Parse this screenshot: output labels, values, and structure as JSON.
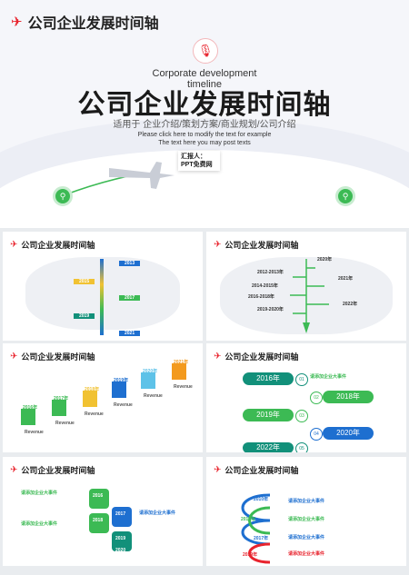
{
  "hero": {
    "header_title": "公司企业发展时间轴",
    "subtitle_en": "Corporate development timeline",
    "main_title": "公司企业发展时间轴",
    "tagline": "适用于 企业介绍/策划方案/商业规划/公司介绍",
    "hint_line1": "Please click here to modify the text for example",
    "hint_line2": "The text here you may post texts",
    "contact": "汇报人：PPT免费网"
  },
  "thumbs": {
    "header": "公司企业发展时间轴",
    "t1_years": [
      "2013",
      "2015",
      "2017",
      "2019",
      "2021"
    ],
    "t2_years": [
      "2012-2013年",
      "2014-2015年",
      "2016-2018年",
      "2019-2020年",
      "2020年",
      "2021年",
      "2022年"
    ],
    "t3_years": [
      "2016年",
      "2017年",
      "2018年",
      "2019年",
      "2020年",
      "2021年"
    ],
    "t3_label": "Revenue",
    "t4_years": [
      "2016年",
      "2018年",
      "2019年",
      "2020年",
      "2022年"
    ],
    "t4_nums": [
      "01",
      "02",
      "03",
      "04",
      "05"
    ],
    "t4_item": "请添加企业大事件",
    "t5_years": [
      "2016",
      "2017",
      "2018",
      "2019",
      "2020"
    ],
    "t5_item": "请添加企业大事件",
    "t6_years": [
      "2010年",
      "2014年",
      "2017年",
      "2019年"
    ],
    "t6_item": "请添加企业大事件"
  },
  "colors": {
    "accent": "#e8232d",
    "green": "#3cba54",
    "blue": "#1e6fd0",
    "teal": "#12907a",
    "yellow": "#f1c232",
    "orange": "#f39a1e"
  }
}
